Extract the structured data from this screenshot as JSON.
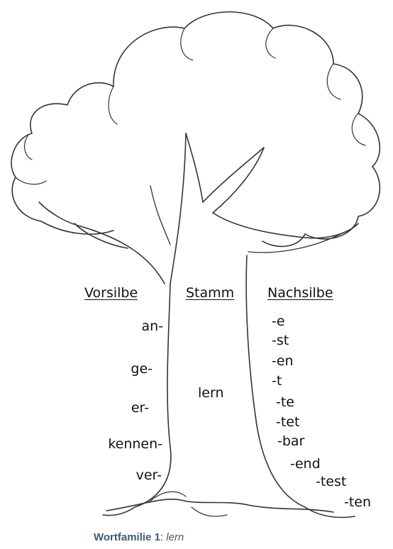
{
  "headers": {
    "prefix": "Vorsilbe",
    "stem": "Stamm",
    "suffix": "Nachsilbe"
  },
  "prefixes": [
    "an-",
    "ge-",
    "er-",
    "kennen-",
    "ver-"
  ],
  "stem": "lern",
  "suffixes": [
    "-e",
    "-st",
    "-en",
    "-t",
    "-te",
    "-tet",
    "-bar",
    "-end",
    "-test",
    "-ten"
  ],
  "caption": {
    "title": "Wortfamilie 1",
    "separator": ": ",
    "word": "lern"
  },
  "icons": [
    "tree-illustration"
  ]
}
